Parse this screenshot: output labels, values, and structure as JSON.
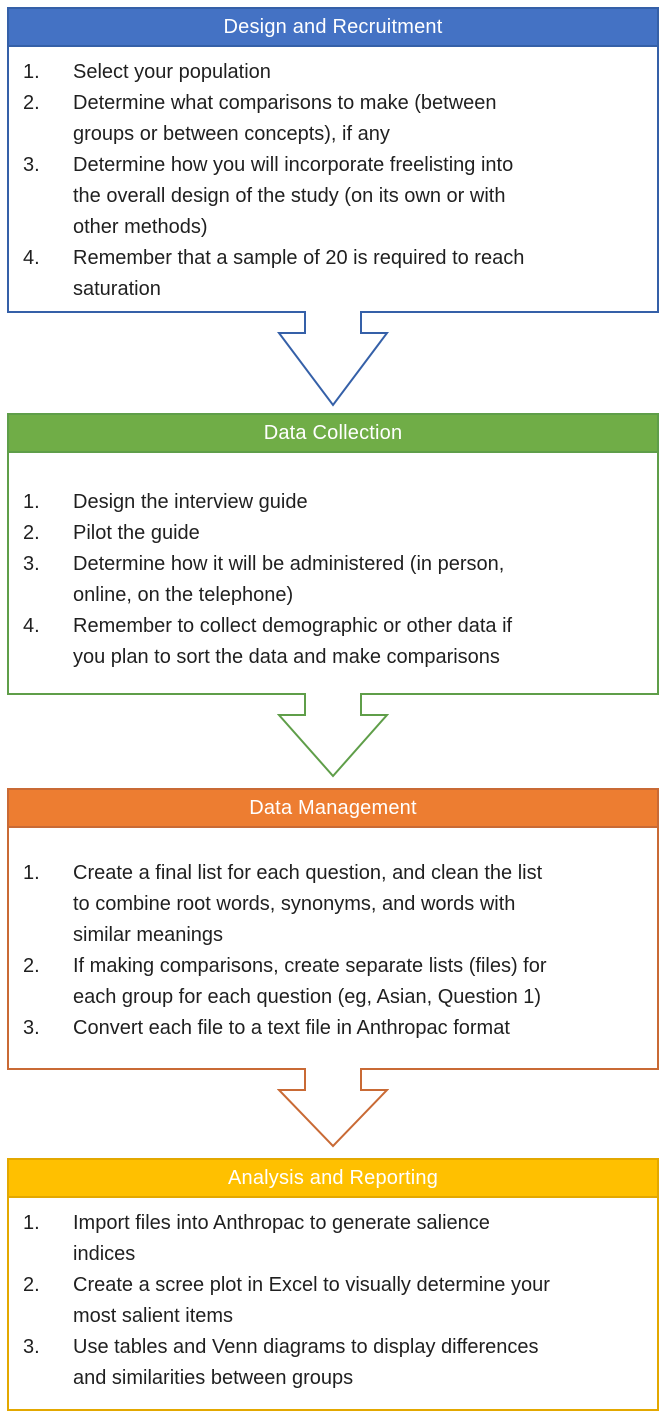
{
  "page": {
    "background": "#ffffff",
    "text_color": "#1f1f1f"
  },
  "boxes": [
    {
      "title": "Design and Recruitment",
      "fill": "#4472C4",
      "line": "#3560A8",
      "title_color": "#ffffff",
      "items": [
        "Select your population",
        "Determine what comparisons to make (between\ngroups or between concepts), if any",
        "Determine how you will incorporate freelisting into\nthe overall design of the study (on its own or with\nother methods)",
        "Remember that a sample of 20 is required to reach\nsaturation"
      ]
    },
    {
      "title": "Data Collection",
      "fill": "#70AD47",
      "line": "#5F9E49",
      "title_color": "#ffffff",
      "items": [
        "Design the interview guide",
        "Pilot the guide",
        "Determine how it will be administered (in person,\nonline, on the telephone)",
        "Remember to collect demographic or other data if\nyou plan to sort the data and make comparisons"
      ]
    },
    {
      "title": "Data Management",
      "fill": "#ED7D31",
      "line": "#C96A35",
      "title_color": "#ffffff",
      "items": [
        "Create a final list for each question, and clean the list\nto combine root words, synonyms, and words with\nsimilar meanings",
        "If making comparisons, create separate lists (files) for\neach group for each question (eg, Asian, Question 1)",
        "Convert each file to a text file in Anthropac format"
      ]
    },
    {
      "title": "Analysis and Reporting",
      "fill": "#FFC000",
      "line": "#E3A800",
      "title_color": "#ffffff",
      "items": [
        "Import files into Anthropac to generate salience\nindices",
        "Create a scree plot in Excel to visually determine your\nmost salient items",
        "Use tables and Venn diagrams to display differences\nand similarities between groups"
      ]
    }
  ],
  "arrows": [
    {
      "stroke": "#3560A8"
    },
    {
      "stroke": "#5F9E49"
    },
    {
      "stroke": "#C96A35"
    }
  ]
}
